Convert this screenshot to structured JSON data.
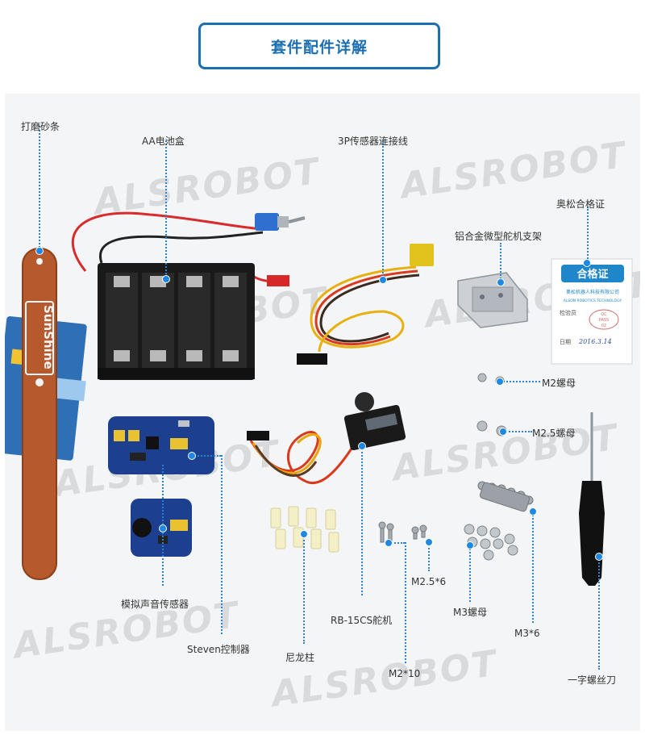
{
  "title": "套件配件详解",
  "watermark": "ALSROBOT",
  "accent_color": "#1b6fb3",
  "certificate": {
    "title": "合格证",
    "company_cn": "奥松机器人科技有限公司",
    "company_en": "ALSON ROBOTICS TECHNOLOGY",
    "inspector_label": "检验员",
    "stamp_line1": "QC",
    "stamp_line2": "PASS",
    "stamp_line3": "02",
    "date_label": "日期",
    "date_value": "2016.3.14"
  },
  "file_brand": "SunShine",
  "labels": {
    "sanding_stick": "打磨砂条",
    "battery_box": "AA电池盒",
    "sensor_cable": "3P传感器连接线",
    "certificate": "奥松合格证",
    "servo_bracket": "铝合金微型舵机支架",
    "m2_nut": "M2螺母",
    "m25_nut": "M2.5螺母",
    "sound_sensor": "模拟声音传感器",
    "steven_controller": "Steven控制器",
    "nylon_pillar": "尼龙柱",
    "servo": "RB-15CS舵机",
    "m25x6": "M2.5*6",
    "m2x10": "M2*10",
    "m3_nut": "M3螺母",
    "m3x6": "M3*6",
    "screwdriver": "一字螺丝刀"
  }
}
